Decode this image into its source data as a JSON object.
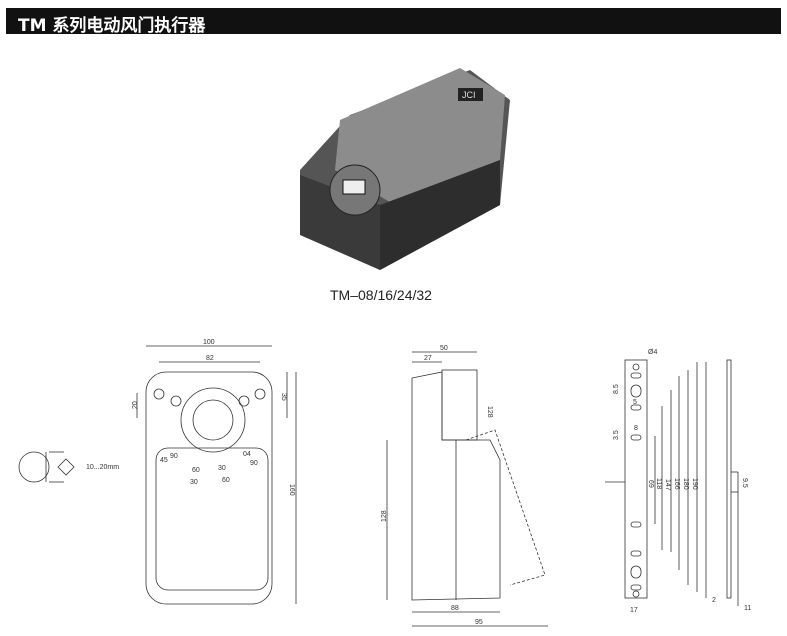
{
  "header": {
    "title": "TM 系列电动风门执行器"
  },
  "product": {
    "caption": "TM–08/16/24/32",
    "logo": "JCI"
  },
  "front_view": {
    "dims": [
      "100",
      "82",
      "20",
      "35",
      "160"
    ],
    "shaft_range": "10...20mm",
    "scale_labels": [
      "45",
      "90",
      "60",
      "30",
      "30",
      "60",
      "04",
      "90"
    ]
  },
  "side_view": {
    "dims": [
      "50",
      "27",
      "128",
      "128",
      "88",
      "95"
    ]
  },
  "bracket_view": {
    "dims": [
      "Ø4",
      "8.5",
      "5",
      "8",
      "3.5",
      "69",
      "118",
      "147",
      "166",
      "180",
      "190",
      "17",
      "9.5",
      "2",
      "11"
    ]
  }
}
